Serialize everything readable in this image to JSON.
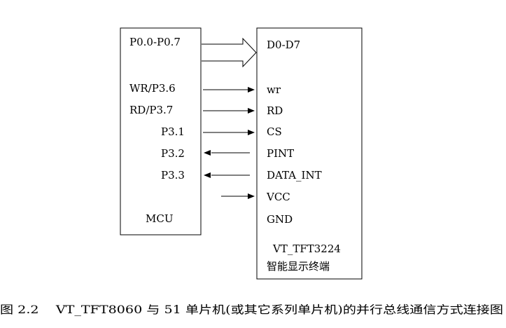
{
  "mcu": {
    "port_label": "P0.0-P0.7",
    "pins": [
      "WR/P3.6",
      "RD/P3.7",
      "P3.1",
      "P3.2",
      "P3.3"
    ],
    "name": "MCU"
  },
  "terminal": {
    "bus_label": "D0-D7",
    "pins": [
      "wr",
      "RD",
      "CS",
      "PINT",
      "DATA_INT",
      "VCC",
      "GND"
    ],
    "model": "VT_TFT3224",
    "name": "智能显示终端"
  },
  "caption": "图 2.2    VT_TFT8060 与 51 单片机(或其它系列单片机)的并行总线通信方式连接图"
}
